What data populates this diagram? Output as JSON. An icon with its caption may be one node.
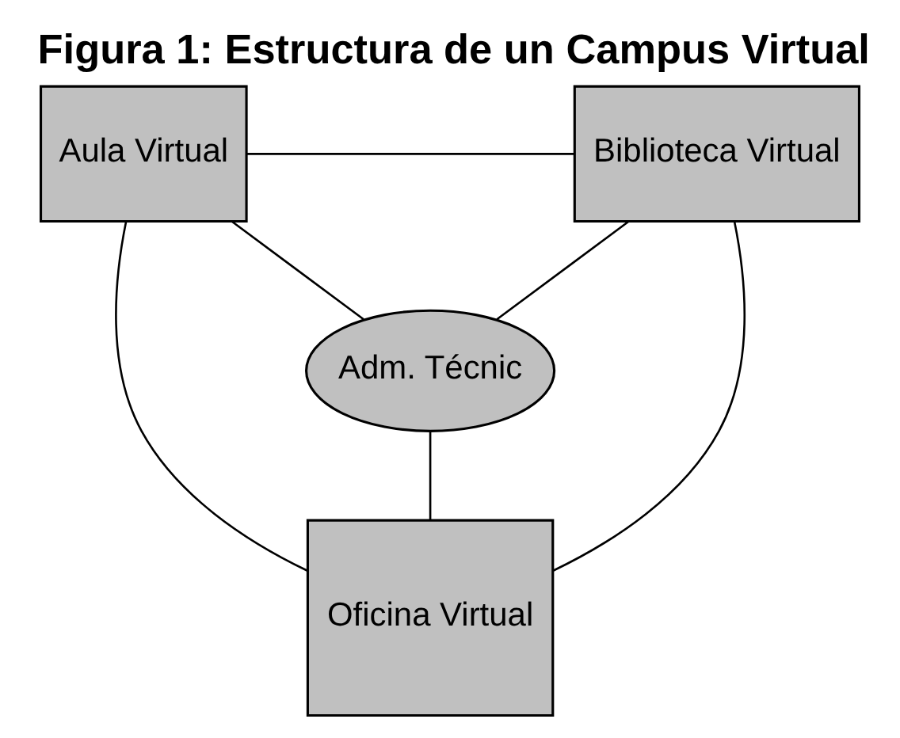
{
  "diagram": {
    "title": "Figura 1: Estructura de un Campus Virtual",
    "nodes": [
      {
        "text": [
          "Aula Virtual"
        ]
      },
      {
        "text": [
          "Biblioteca Virtual"
        ]
      },
      {
        "text": [
          "Adm. Técnic"
        ]
      },
      {
        "text": [
          "Oficina Virtual"
        ]
      }
    ],
    "edges": [
      {
        "from": 0,
        "to": 1,
        "arrow": "none"
      },
      {
        "from": 0,
        "to": 2,
        "arrow": "none"
      },
      {
        "from": 1,
        "to": 2,
        "arrow": "none"
      },
      {
        "from": 2,
        "to": 3,
        "arrow": "none"
      },
      {
        "from": 0,
        "to": 3,
        "arrow": "none"
      },
      {
        "from": 1,
        "to": 3,
        "arrow": "none"
      }
    ]
  }
}
